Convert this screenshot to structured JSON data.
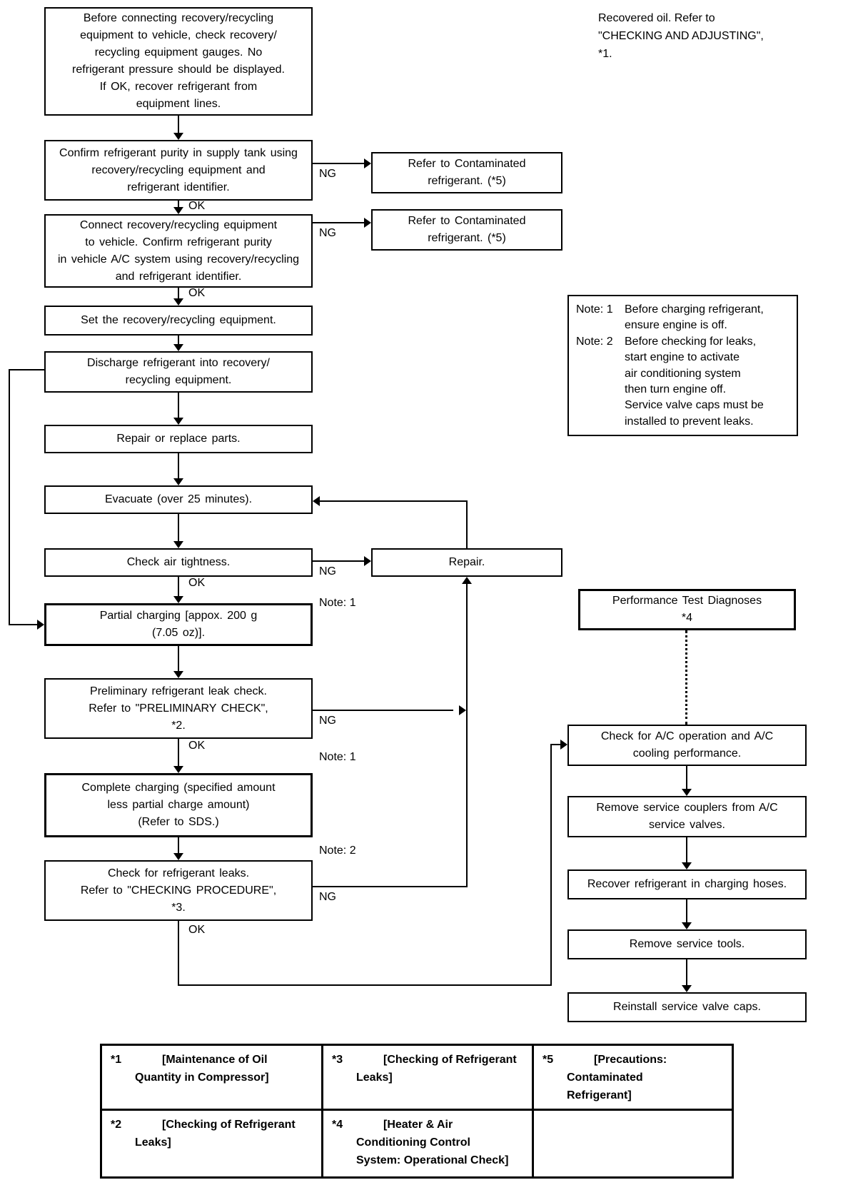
{
  "labels": {
    "ok": "OK",
    "ng": "NG",
    "note1": "Note: 1",
    "note2": "Note: 2"
  },
  "top_note": "Recovered oil. Refer to\n\"CHECKING AND ADJUSTING\",\n*1.",
  "boxes": {
    "check_gauges": "Before connecting recovery/recycling\nequipment to vehicle, check recovery/\nrecycling equipment gauges. No\nrefrigerant pressure should be displayed.\nIf OK, recover refrigerant from\nequipment lines.",
    "confirm_supply": "Confirm refrigerant purity in supply tank using\nrecovery/recycling equipment and\nrefrigerant identifier.",
    "contaminated_1": "Refer to Contaminated\nrefrigerant. (*5)",
    "contaminated_2": "Refer to Contaminated\nrefrigerant. (*5)",
    "connect_vehicle": "Connect recovery/recycling equipment\nto vehicle. Confirm refrigerant purity\nin vehicle A/C system using recovery/recycling\nand refrigerant identifier.",
    "set_equipment": "Set the recovery/recycling equipment.",
    "discharge": "Discharge refrigerant into recovery/\nrecycling equipment.",
    "repair_replace": "Repair or replace parts.",
    "evacuate": "Evacuate (over 25 minutes).",
    "air_tightness": "Check air tightness.",
    "repair": "Repair.",
    "partial_charging": "Partial charging [appox. 200 g\n(7.05 oz)].",
    "preliminary_check": "Preliminary refrigerant leak check.\nRefer to \"PRELIMINARY CHECK\",\n*2.",
    "complete_charging": "Complete charging (specified amount\nless partial charge amount)\n(Refer to SDS.)",
    "leak_check": "Check for refrigerant leaks.\nRefer to \"CHECKING PROCEDURE\",\n*3.",
    "performance_test": "Performance Test Diagnoses\n*4",
    "ac_operation": "Check for A/C operation and A/C\ncooling performance.",
    "remove_couplers": "Remove service couplers from A/C\nservice valves.",
    "recover_hoses": "Recover refrigerant in charging hoses.",
    "remove_tools": "Remove service tools.",
    "reinstall_caps": "Reinstall service valve caps."
  },
  "notes": {
    "items": [
      {
        "label": "Note: 1",
        "text": "Before charging refrigerant,\nensure engine is off."
      },
      {
        "label": "Note: 2",
        "text": "Before checking for leaks,\nstart engine to activate\nair conditioning system\nthen turn engine off.\nService valve caps must be\ninstalled to prevent leaks."
      }
    ]
  },
  "footnotes": {
    "rows": [
      [
        {
          "marker": "*1",
          "text": "[Maintenance of Oil\nQuantity in Compressor]"
        },
        {
          "marker": "*3",
          "text": "[Checking of Refrigerant\nLeaks]"
        },
        {
          "marker": "*5",
          "text": "[Precautions:\nContaminated\nRefrigerant]"
        }
      ],
      [
        {
          "marker": "*2",
          "text": "[Checking of Refrigerant\nLeaks]"
        },
        {
          "marker": "*4",
          "text": "[Heater & Air\nConditioning Control\nSystem: Operational Check]"
        },
        {
          "marker": "",
          "text": ""
        }
      ]
    ]
  },
  "colors": {
    "line": "#000000",
    "background": "#ffffff"
  }
}
